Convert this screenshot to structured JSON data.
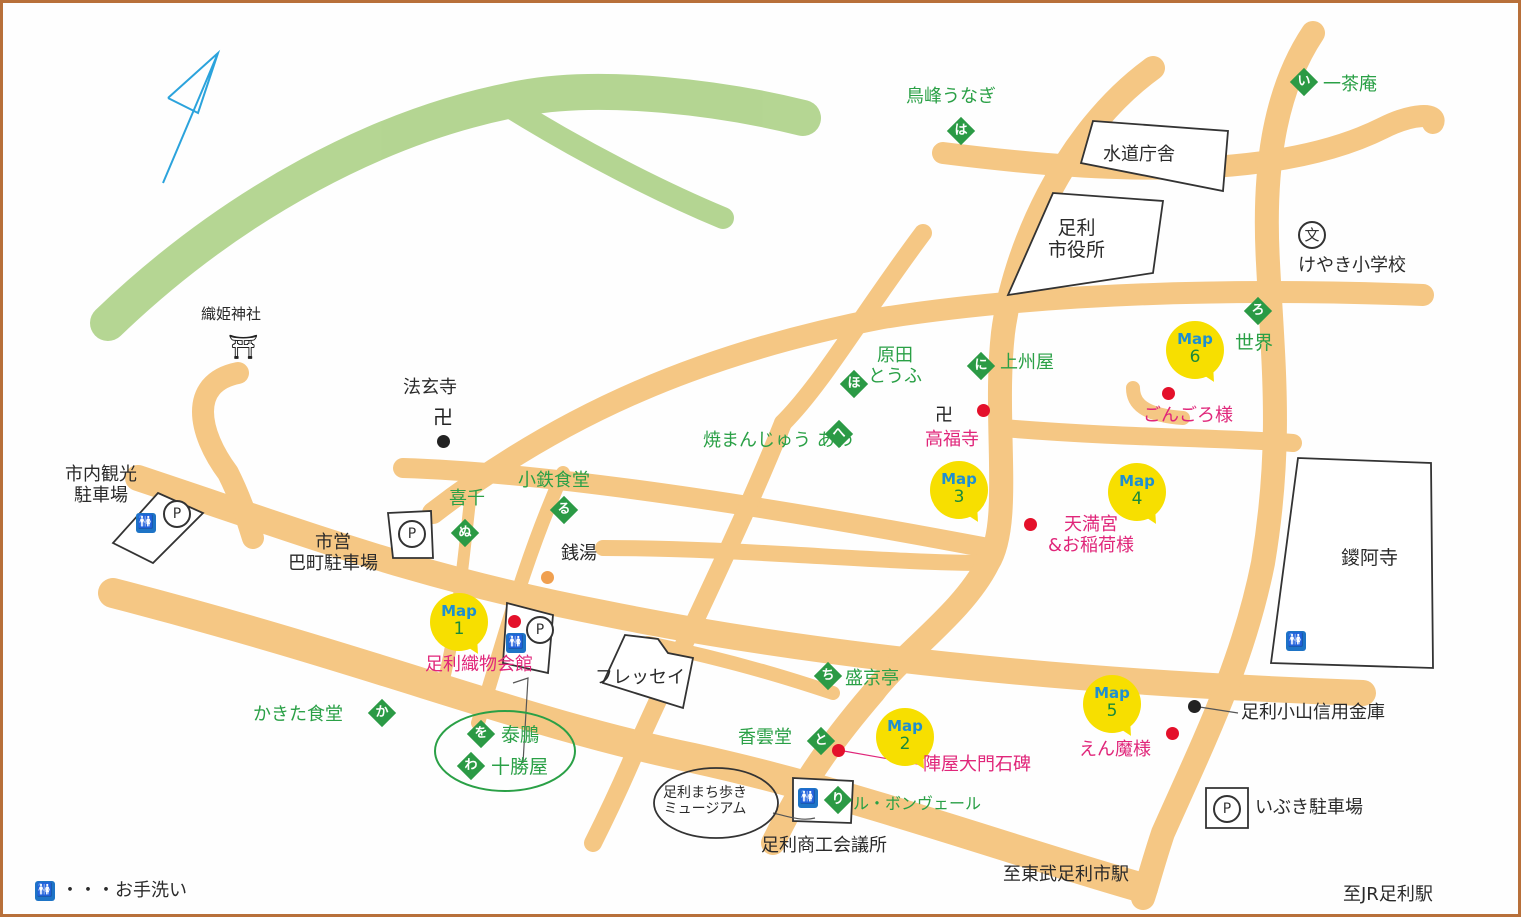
{
  "north_mark": "4",
  "icons": {
    "restroom": "restroom-icon",
    "restroom_glyph": "🚻",
    "parking_glyph": "P",
    "shrine_glyph": "⛩",
    "temple_glyph": "卍",
    "school_glyph": "文"
  },
  "colors": {
    "road": "#f5c784",
    "mountain": "#a8cf80",
    "spot_pink": "#e0267a",
    "shop_green": "#2aa046",
    "marker_yellow": "#f7df00",
    "map_blue": "#1f8fd0",
    "frame": "#b8703a"
  },
  "places": {
    "orihime_shrine": "織姫神社",
    "hougenji": "法玄寺",
    "city_tourist_parking": "市内観光\n駐車場",
    "city_tomoecho_parking": "市営\n巴町駐車場",
    "sento": "銭湯",
    "fresay": "フレッセイ",
    "water_bureau": "水道庁舎",
    "city_hall": "足利\n市役所",
    "keyaki_school": "けやき小学校",
    "banaji": "鑁阿寺",
    "shinkin_bank": "足利小山信用金庫",
    "ibuki_parking": "いぶき駐車場",
    "shoko_kaigisho": "足利商工会議所",
    "machi_aruki_museum": "足利まち歩き\nミュージアム",
    "to_tobu_station": "至東武足利市駅",
    "to_jr_station": "至JR足利駅"
  },
  "spots": [
    {
      "map": "Map",
      "num": "1",
      "name": "足利織物会館"
    },
    {
      "map": "Map",
      "num": "2",
      "name": "陣屋大門石碑"
    },
    {
      "map": "Map",
      "num": "3",
      "name": "高福寺"
    },
    {
      "map": "Map",
      "num": "4",
      "name": "天満宮\n&お稲荷様"
    },
    {
      "map": "Map",
      "num": "5",
      "name": "えん魔様"
    },
    {
      "map": "Map",
      "num": "6",
      "name": "ごんごろ様"
    }
  ],
  "shops": [
    {
      "key": "い",
      "name": "一茶庵"
    },
    {
      "key": "ろ",
      "name": "世界"
    },
    {
      "key": "は",
      "name": "鳥峰うなぎ"
    },
    {
      "key": "に",
      "name": "上州屋"
    },
    {
      "key": "ほ",
      "name": "原田\nとうふ"
    },
    {
      "key": "へ",
      "name": "焼まんじゅう あわ"
    },
    {
      "key": "と",
      "name": "香雲堂"
    },
    {
      "key": "ち",
      "name": "盛京亭"
    },
    {
      "key": "り",
      "name": "ル・ボンヴェール"
    },
    {
      "key": "ぬ",
      "name": "喜千"
    },
    {
      "key": "る",
      "name": "小鉄食堂"
    },
    {
      "key": "を",
      "name": "泰鵬"
    },
    {
      "key": "わ",
      "name": "十勝屋"
    },
    {
      "key": "か",
      "name": "かきた食堂"
    }
  ],
  "legend": {
    "text": "・・・お手洗い"
  }
}
